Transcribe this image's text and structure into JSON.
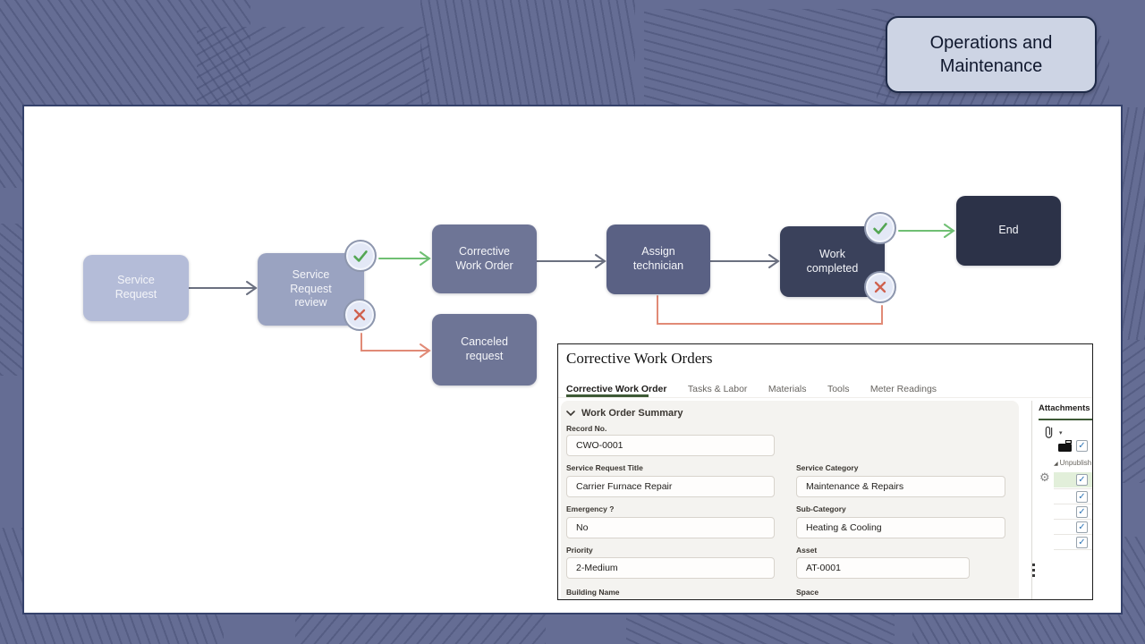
{
  "slide": {
    "title": "Operations and Maintenance"
  },
  "flowchart": {
    "nodes": [
      {
        "id": "service-request",
        "label": "Service Request",
        "color": "#b4bcd8"
      },
      {
        "id": "service-request-review",
        "label": "Service Request review",
        "color": "#9aa3c1"
      },
      {
        "id": "corrective-work-order",
        "label": "Corrective Work Order",
        "color": "#6e7596"
      },
      {
        "id": "canceled-request",
        "label": "Canceled request",
        "color": "#6e7596"
      },
      {
        "id": "assign-technician",
        "label": "Assign technician",
        "color": "#5a6184"
      },
      {
        "id": "work-completed",
        "label": "Work completed",
        "color": "#3a415b"
      },
      {
        "id": "end",
        "label": "End",
        "color": "#2c3248"
      }
    ],
    "colors": {
      "connector_gray": "#6b7080",
      "approve_green": "#6fbf73",
      "reject_red": "#e18a76",
      "gate_fill": "#e3e8f6",
      "gate_ring": "#8d96ad"
    }
  },
  "workorder_form": {
    "title": "Corrective Work Orders",
    "tabs": [
      {
        "label": "Corrective Work Order",
        "active": true
      },
      {
        "label": "Tasks & Labor",
        "active": false
      },
      {
        "label": "Materials",
        "active": false
      },
      {
        "label": "Tools",
        "active": false
      },
      {
        "label": "Meter Readings",
        "active": false
      }
    ],
    "section_title": "Work Order Summary",
    "fields": {
      "record_no": {
        "label": "Record No.",
        "value": "CWO-0001"
      },
      "service_request_title": {
        "label": "Service Request Title",
        "value": "Carrier Furnace Repair"
      },
      "service_category": {
        "label": "Service Category",
        "value": "Maintenance & Repairs"
      },
      "emergency": {
        "label": "Emergency ?",
        "value": "No"
      },
      "sub_category": {
        "label": "Sub-Category",
        "value": "Heating & Cooling"
      },
      "priority": {
        "label": "Priority",
        "value": "2-Medium"
      },
      "asset": {
        "label": "Asset",
        "value": "AT-0001"
      },
      "building_name": {
        "label": "Building Name",
        "value": ""
      },
      "space": {
        "label": "Space",
        "value": ""
      }
    }
  },
  "attachments_panel": {
    "title": "Attachments",
    "tree_item": "Unpublish",
    "glyphs": {
      "checkbox_check": "✓",
      "dropdown_caret": "▾",
      "tree_triangle": "◢",
      "gear": "⚙"
    }
  }
}
